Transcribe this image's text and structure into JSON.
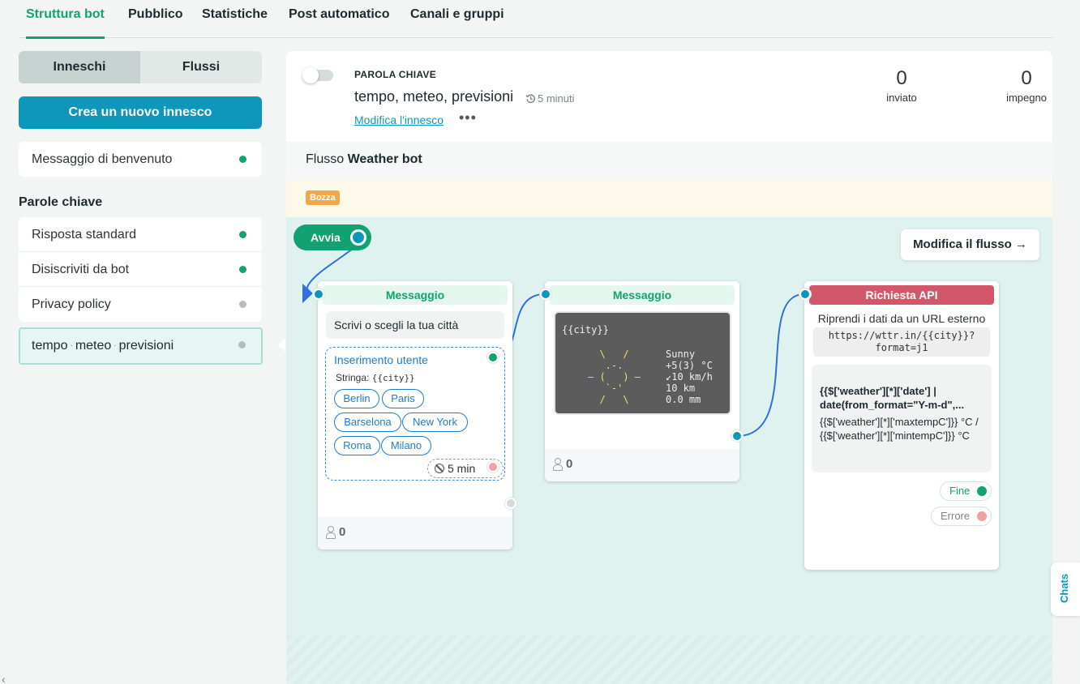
{
  "tabs": [
    "Struttura bot",
    "Pubblico",
    "Statistiche",
    "Post automatico",
    "Canali e gruppi"
  ],
  "sidebar": {
    "segments": [
      "Inneschi",
      "Flussi"
    ],
    "create_label": "Crea un nuovo innesco",
    "welcome": {
      "label": "Messaggio di benvenuto",
      "status": "active"
    },
    "section_title": "Parole chiave",
    "keywords": [
      {
        "label": "Risposta standard",
        "status": "active"
      },
      {
        "label": "Disiscriviti da bot",
        "status": "active"
      },
      {
        "label": "Privacy policy",
        "status": "inactive"
      }
    ],
    "selected": {
      "words": [
        "tempo",
        "meteo",
        "previsioni"
      ],
      "separator": "·",
      "status": "inactive"
    },
    "collapse_icon": "chevron-left-icon"
  },
  "trigger": {
    "type": "PAROLA CHIAVE",
    "words": "tempo, meteo, previsioni",
    "time": "5 minuti",
    "edit_label": "Modifica l'innesco",
    "more_label": "•••",
    "stats": [
      {
        "value": "0",
        "label": "inviato"
      },
      {
        "value": "0",
        "label": "impegno"
      }
    ]
  },
  "flow": {
    "prefix": "Flusso",
    "name": "Weather bot",
    "badge": "Bozza",
    "start_label": "Avvia",
    "edit_flow_label": "Modifica il flusso →"
  },
  "nodes": {
    "msg1": {
      "title": "Messaggio",
      "text": "Scrivi o scegli la tua città",
      "input_title": "Inserimento utente",
      "var_label": "Stringa:",
      "var_name": "{{city}}",
      "chips": [
        "Berlin",
        "Paris",
        "Barselona",
        "New York",
        "Roma",
        "Milano"
      ],
      "timeout": "5 min",
      "count": "0"
    },
    "msg2": {
      "title": "Messaggio",
      "term_city": "{{city}}",
      "term_art": "  \\   /\n   .-.\n― (   ) ―\n   `-'\n  /   \\",
      "term_info": "Sunny\n+5(3) °C\n↙10 km/h\n10 km\n0.0 mm",
      "count": "0"
    },
    "api": {
      "title": "Richiesta API",
      "desc": "Riprendi i dati da un URL esterno",
      "url": "https://wttr.in/{{city}}?\nformat=j1",
      "tpl_bold": "{{$['weather'][*]['date'] | date(from_format=\"Y-m-d\",...",
      "tpl_regular": "{{$['weather'][*]['maxtempC']}} °C / {{$['weather'][*]['mintempC']}} °C",
      "ok_label": "Fine",
      "err_label": "Errore"
    }
  },
  "chats_label": "Chats",
  "colors": {
    "accent": "#12a272",
    "primary": "#0e96bb",
    "api": "#d2576a",
    "badge": "#f0a84a",
    "wire": "#2f6fe6"
  }
}
